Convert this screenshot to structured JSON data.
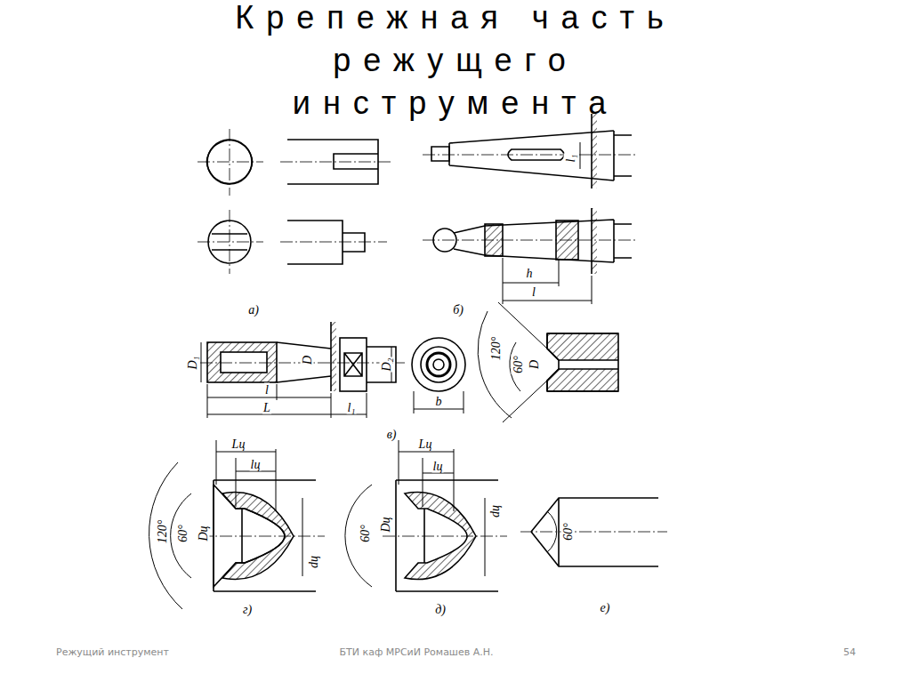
{
  "diagram": {
    "title": "Крепежная часть режущего инструмента",
    "labels": [
      "l₁",
      "а)",
      "h",
      "l",
      "б)",
      "D₁",
      "D",
      "D₂",
      "l",
      "L",
      "l₁",
      "b",
      "в)",
      "120°",
      "60°",
      "D",
      "Lц",
      "lц",
      "120°",
      "60°",
      "Dц",
      "dц",
      "г)",
      "Lц",
      "lц",
      "60°",
      "Dц",
      "dц",
      "д)",
      "60°",
      "е)",
      "Режущий инструмент",
      "БТИ каф МРСиИ Ромашев А.Н.",
      "54"
    ]
  }
}
